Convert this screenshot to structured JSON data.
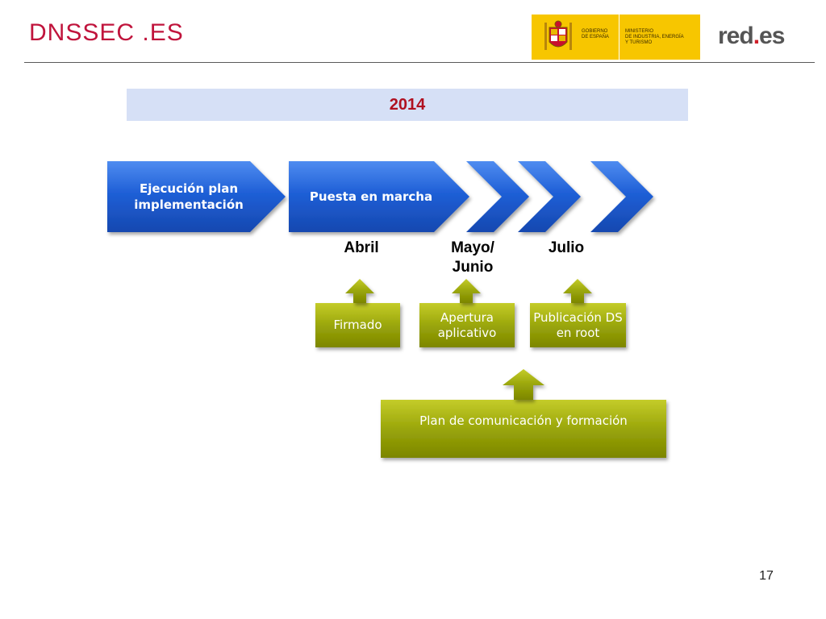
{
  "header": {
    "title": "DNSSEC .ES",
    "gov_logo": {
      "line1": [
        "GOBIERNO",
        "DE ESPAÑA"
      ],
      "line2": [
        "MINISTERIO",
        "DE INDUSTRIA, ENERGÍA",
        "Y TURISMO"
      ],
      "icon": "coat-of-arms-icon",
      "color": "#f7c600"
    },
    "reds_logo": {
      "main": "red",
      "dot": ".",
      "suffix": "es"
    }
  },
  "banner": {
    "year": "2014"
  },
  "process": {
    "steps": [
      {
        "label": "Ejecución plan implementación"
      },
      {
        "label": "Puesta en marcha"
      }
    ],
    "chevron_count": 3,
    "color": "#1f5fd6"
  },
  "timeline": {
    "april": "Abril",
    "may_june": "Mayo/ Junio",
    "july": "Julio"
  },
  "milestones": {
    "signed": "Firmado",
    "app_opening": "Apertura aplicativo",
    "ds_publication": "Publicación DS en root",
    "comm_plan": "Plan de comunicación y formación",
    "color": "#9aa60a"
  },
  "footer": {
    "page_number": "17"
  }
}
